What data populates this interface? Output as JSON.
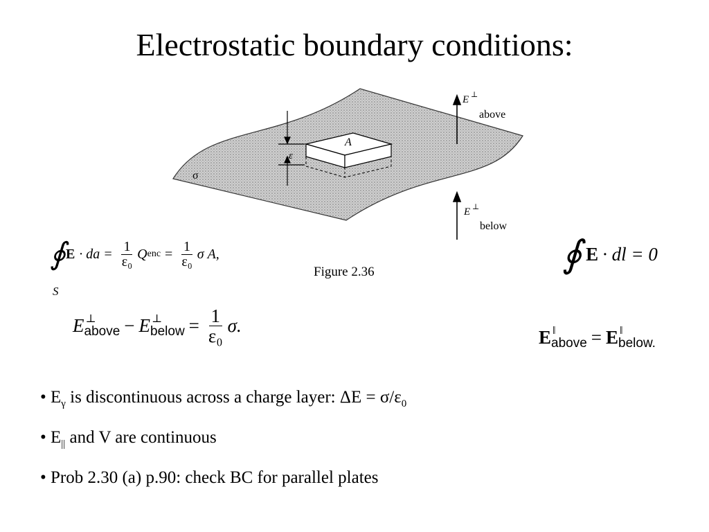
{
  "title": "Electrostatic boundary conditions:",
  "figure": {
    "caption": "Figure 2.36",
    "label_A": "A",
    "label_eps": "ε",
    "label_sigma": "σ",
    "label_E_sym": "E",
    "label_perp": "⊥",
    "label_above": "above",
    "label_below": "below"
  },
  "equations": {
    "gauss": {
      "integral_sub": "S",
      "E": "E",
      "da": "· da =",
      "one": "1",
      "eps0": "ε₀",
      "Q": "Q",
      "enc": "enc",
      "eq": "=",
      "sigmaA": "σ A,"
    },
    "normal": {
      "E": "E",
      "perp": "⊥",
      "above": "above",
      "minus": "−",
      "below": "below",
      "eq": "=",
      "one": "1",
      "eps0": "ε₀",
      "sigma": "σ."
    },
    "curl": {
      "E": "E",
      "dl": "· dl = 0"
    },
    "tangential": {
      "E": "E",
      "par": "‖",
      "above": "above",
      "eq": "=",
      "below": "below."
    }
  },
  "bullets": [
    {
      "pre": "• E",
      "sub": "γ",
      "post": " is discontinuous across a charge layer:  ΔE = σ/ε",
      "sub2": "0"
    },
    {
      "pre": "• E",
      "sub": "||",
      "post": " and V are continuous"
    },
    {
      "pre": "• Prob 2.30 (a) p.90:  check BC for parallel plates"
    }
  ]
}
